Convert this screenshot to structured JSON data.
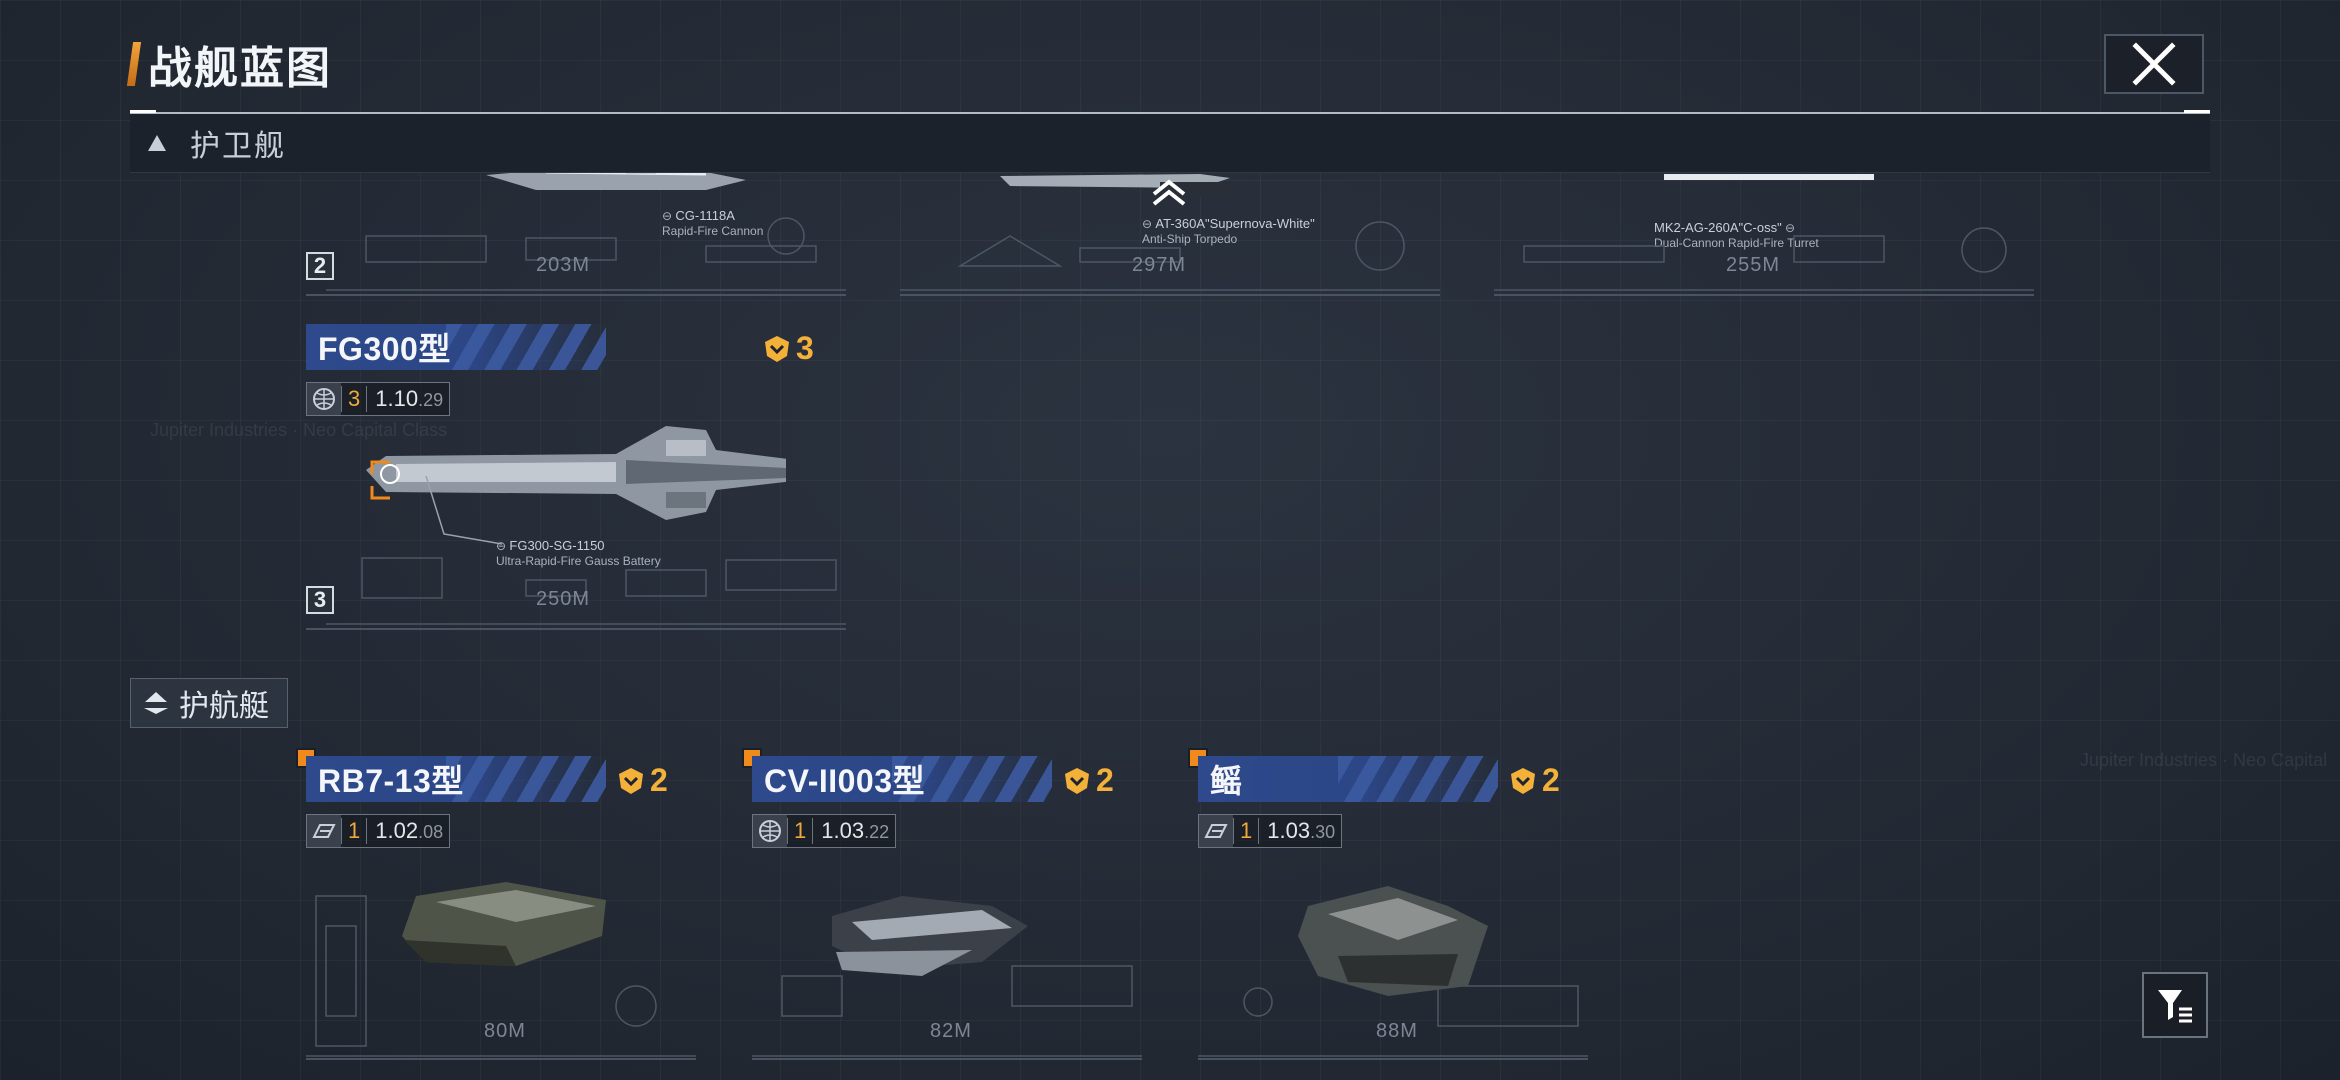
{
  "header": {
    "title": "战舰蓝图"
  },
  "sections": {
    "escort": {
      "label": "护卫舰"
    },
    "corvette": {
      "label": "护航艇"
    }
  },
  "top_row": [
    {
      "weapon_code": "CG-1118A",
      "weapon_desc": "Rapid-Fire Cannon",
      "length": "203M",
      "tier": "2"
    },
    {
      "weapon_code": "AT-360A\"Supernova-White\"",
      "weapon_desc": "Anti-Ship Torpedo",
      "length": "297M"
    },
    {
      "weapon_code": "MK2-AG-260A\"C-oss\"",
      "weapon_desc": "Dual-Cannon Rapid-Fire Turret",
      "length": "255M"
    }
  ],
  "fg300": {
    "name": "FG300型",
    "cost": "3",
    "level": "3",
    "version": "1.10",
    "version_minor": ".29",
    "weapon_code": "FG300-SG-1150",
    "weapon_desc": "Ultra-Rapid-Fire Gauss Battery",
    "length": "250M",
    "tier": "3"
  },
  "corvettes": [
    {
      "name": "RB7-13型",
      "cost": "2",
      "level": "1",
      "version": "1.02",
      "version_minor": ".08",
      "length": "80M"
    },
    {
      "name": "CV-II003型",
      "cost": "2",
      "level": "1",
      "version": "1.03",
      "version_minor": ".22",
      "length": "82M"
    },
    {
      "name": "鳐",
      "cost": "2",
      "level": "1",
      "version": "1.03",
      "version_minor": ".30",
      "length": "88M"
    }
  ],
  "colors": {
    "accent_orange": "#f08a1c",
    "cost_gold": "#f4b13a",
    "name_blue": "#2e4a8c"
  },
  "icons": [
    "close-icon",
    "triangle-up-icon",
    "corvette-chevron-icon",
    "cost-crest-icon",
    "globe-icon",
    "faction-icon",
    "filter-icon",
    "scroll-up-icon"
  ]
}
